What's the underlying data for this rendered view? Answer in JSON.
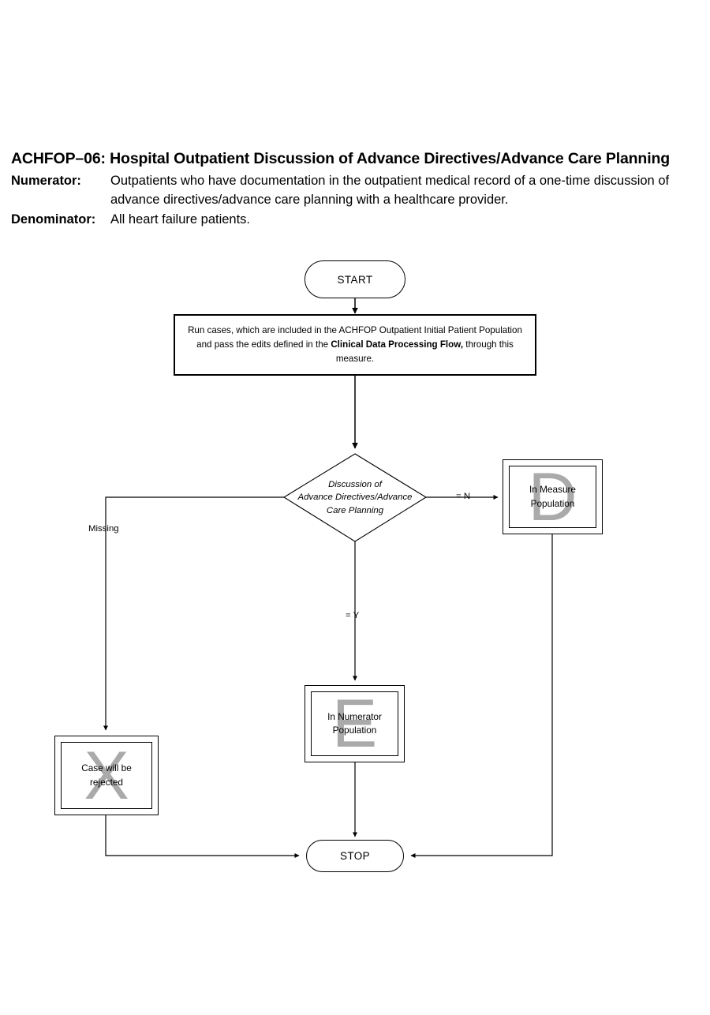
{
  "header": {
    "title": "ACHFOP–06: Hospital Outpatient Discussion of Advance Directives/Advance Care Planning",
    "numerator_label": "Numerator:",
    "numerator_text": "Outpatients who have documentation in the outpatient medical record of a one-time discussion of advance directives/advance care planning with a healthcare provider.",
    "denominator_label": "Denominator:",
    "denominator_text": "All heart failure patients."
  },
  "flowchart": {
    "start": {
      "label": "START"
    },
    "process": {
      "text_before_bold": "Run cases, which are included in the ACHFOP Outpatient Initial Patient Population and pass the edits defined in the ",
      "bold_text": "Clinical Data Processing Flow,",
      "text_after_bold": " through this measure."
    },
    "decision": {
      "line1": "Discussion of",
      "line2": "Advance Directives/Advance",
      "line3": "Care Planning"
    },
    "measure_population": {
      "line1": "In Measure",
      "line2": "Population",
      "watermark": "D"
    },
    "numerator_population": {
      "line1": "In Numerator",
      "line2": "Population",
      "watermark": "E"
    },
    "rejected": {
      "line1": "Case will be",
      "line2": "rejected",
      "watermark": "X"
    },
    "stop": {
      "label": "STOP"
    },
    "edges": {
      "missing": "Missing",
      "no": "= N",
      "yes": "= Y"
    }
  },
  "colors": {
    "line": "#000000",
    "watermark": "#aaaaaa",
    "background": "#ffffff"
  }
}
